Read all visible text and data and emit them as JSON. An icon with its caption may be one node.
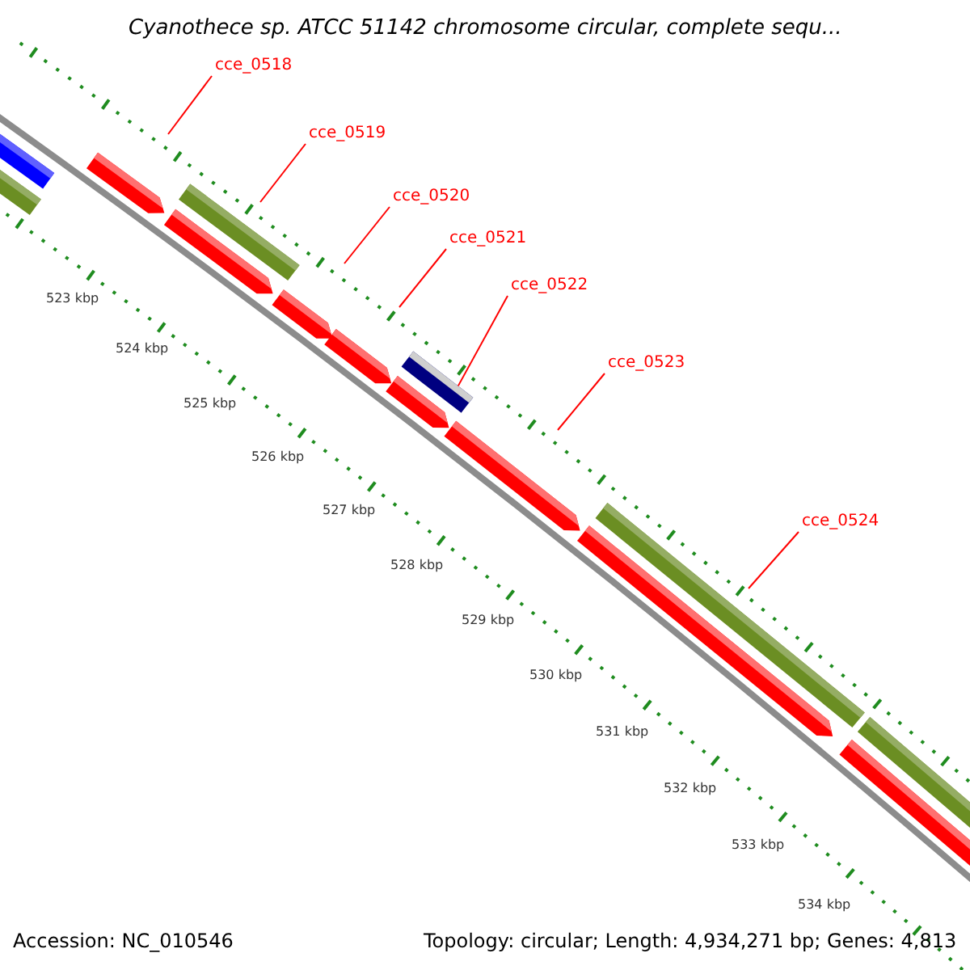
{
  "diagram": {
    "title": "Cyanothece sp. ATCC 51142 chromosome circular, complete sequ...",
    "nodes": [
      {
        "text": [
          "cce_0518"
        ]
      },
      {
        "text": [
          "cce_0519"
        ]
      },
      {
        "text": [
          "cce_0520"
        ]
      },
      {
        "text": [
          "cce_0521"
        ]
      },
      {
        "text": [
          "cce_0522"
        ]
      },
      {
        "text": [
          "cce_0523"
        ]
      },
      {
        "text": [
          "cce_0524"
        ]
      },
      {
        "text": [],
        "shape": "bar"
      }
    ],
    "edges": [
      {
        "from": 0,
        "to": null,
        "arrow": "none"
      },
      {
        "from": 1,
        "to": null,
        "arrow": "none"
      },
      {
        "from": 2,
        "to": null,
        "arrow": "none"
      },
      {
        "from": 3,
        "to": null,
        "arrow": "none"
      },
      {
        "from": 4,
        "to": 7,
        "arrow": "none"
      },
      {
        "from": 5,
        "to": null,
        "arrow": "none"
      },
      {
        "from": 6,
        "to": null,
        "arrow": "none"
      }
    ],
    "labels": [
      "523 kbp",
      "524 kbp",
      "525 kbp",
      "526 kbp",
      "527 kbp",
      "528 kbp",
      "529 kbp",
      "530 kbp",
      "531 kbp",
      "532 kbp",
      "533 kbp",
      "534 kbp",
      "Accession: NC_010546",
      "Topology: circular; Length: 4,934,271 bp; Genes: 4,813"
    ]
  }
}
